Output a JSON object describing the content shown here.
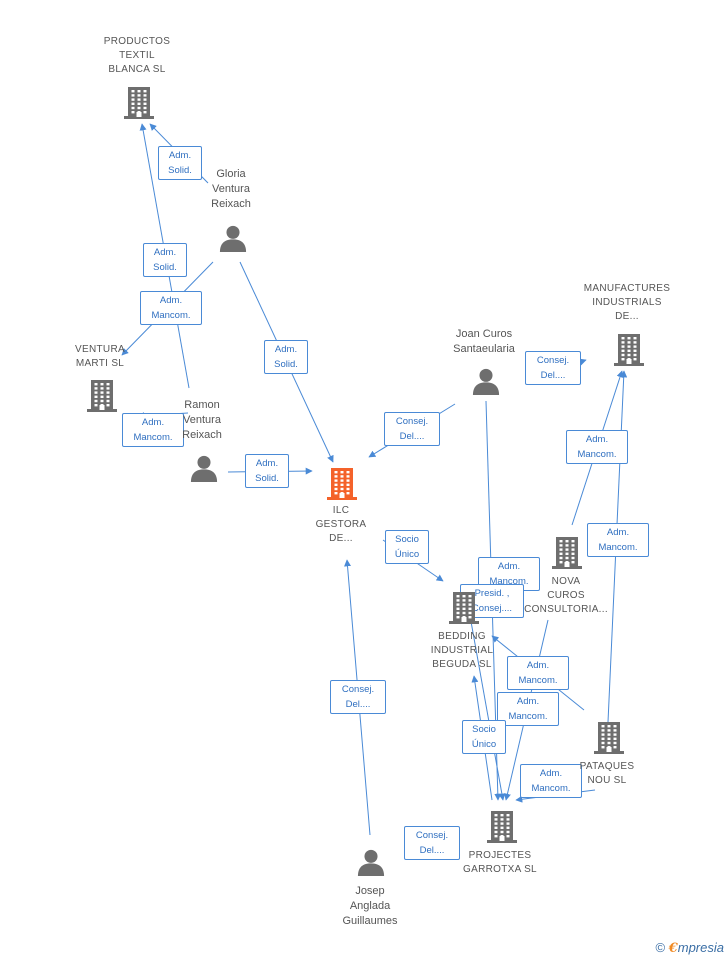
{
  "colors": {
    "edge": "#4a8ad6",
    "icon": "#6e6e6e",
    "highlight": "#f4622a"
  },
  "nodes": [
    {
      "id": "productos",
      "kind": "company",
      "label": "PRODUCTOS\nTEXTIL\nBLANCA  SL",
      "icon": "building-icon"
    },
    {
      "id": "gloria",
      "kind": "person",
      "label": "Gloria\nVentura\nReixach",
      "icon": "person-icon"
    },
    {
      "id": "ventura_marti",
      "kind": "company",
      "label": "VENTURA\nMARTI SL",
      "icon": "building-icon"
    },
    {
      "id": "ramon",
      "kind": "person",
      "label": "Ramon\nVentura\nReixach",
      "icon": "person-icon"
    },
    {
      "id": "ilc",
      "kind": "company",
      "label": "ILC\nGESTORA\nDE...",
      "icon": "building-icon",
      "highlight": true
    },
    {
      "id": "joan",
      "kind": "person",
      "label": "Joan Curos\nSantaeularia",
      "icon": "person-icon"
    },
    {
      "id": "manufactures",
      "kind": "company",
      "label": "MANUFACTURES\nINDUSTRIALS\nDE...",
      "icon": "building-icon"
    },
    {
      "id": "nova",
      "kind": "company",
      "label": "NOVA\nCUROS\nCONSULTORIA...",
      "icon": "building-icon"
    },
    {
      "id": "bedding",
      "kind": "company",
      "label": "BEDDING\nINDUSTRIAL\nBEGUDA SL",
      "icon": "building-icon"
    },
    {
      "id": "pataques",
      "kind": "company",
      "label": "PATAQUES\nNOU  SL",
      "icon": "building-icon"
    },
    {
      "id": "projectes",
      "kind": "company",
      "label": "PROJECTES\nGARROTXA SL",
      "icon": "building-icon"
    },
    {
      "id": "josep",
      "kind": "person",
      "label": "Josep\nAnglada\nGuillaumes",
      "icon": "person-icon"
    }
  ],
  "edges": [
    {
      "label": "Adm.\nSolid."
    },
    {
      "label": "Adm.\nSolid."
    },
    {
      "label": "Adm.\nMancom."
    },
    {
      "label": "Adm.\nMancom."
    },
    {
      "label": "Adm.\nSolid."
    },
    {
      "label": "Adm.\nSolid."
    },
    {
      "label": "Consej.\nDel...."
    },
    {
      "label": "Consej.\nDel...."
    },
    {
      "label": "Adm.\nMancom."
    },
    {
      "label": "Adm.\nMancom."
    },
    {
      "label": "Socio\nÚnico"
    },
    {
      "label": "Adm.\nMancom."
    },
    {
      "label": "Presid. ,\nConsej...."
    },
    {
      "label": "Adm.\nMancom."
    },
    {
      "label": "Adm.\nMancom."
    },
    {
      "label": "Socio\nÚnico"
    },
    {
      "label": "Adm.\nMancom."
    },
    {
      "label": "Consej.\nDel...."
    },
    {
      "label": "Consej.\nDel...."
    }
  ],
  "footer": {
    "copyright": "©",
    "brand_initial": "€",
    "brand_rest": "mpresia"
  }
}
